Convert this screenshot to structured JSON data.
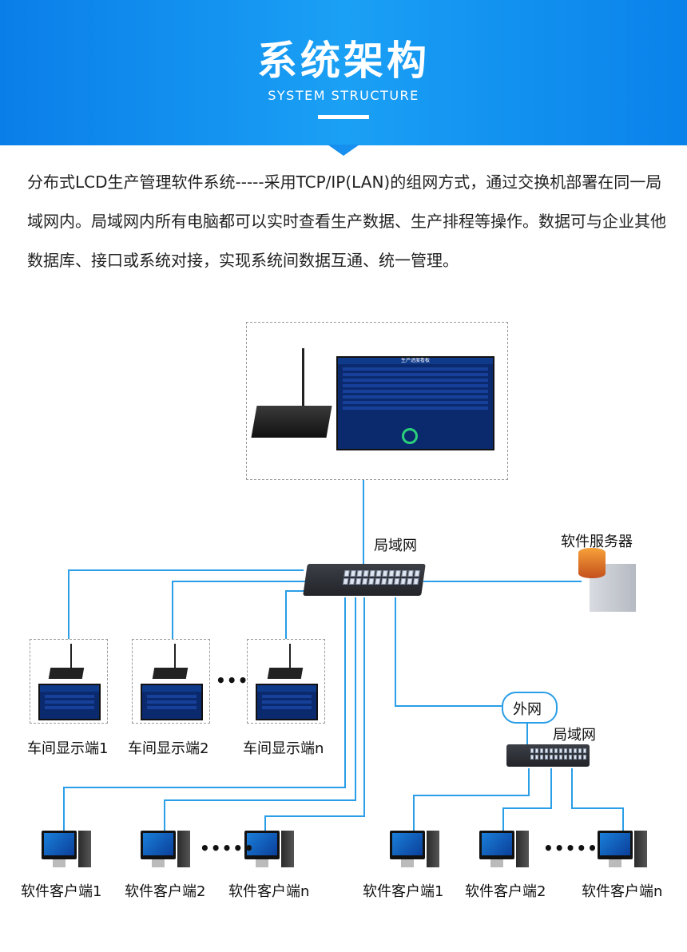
{
  "header": {
    "title": "系统架构",
    "subtitle": "SYSTEM STRUCTURE"
  },
  "description": "分布式LCD生产管理软件系统-----采用TCP/IP(LAN)的组网方式，通过交换机部署在同一局域网内。局域网内所有电脑都可以实时查看生产数据、生产排程等操作。数据可与企业其他数据库、接口或系统对接，实现系统间数据互通、统一管理。",
  "main_screen": {
    "title": "生产进度看板"
  },
  "diagram": {
    "lan_label": "局域网",
    "server_label": "软件服务器",
    "wan_label": "外网",
    "lan2_label": "局域网",
    "workshop_displays": [
      "车间显示端1",
      "车间显示端2",
      "车间显示端n"
    ],
    "clients_left": [
      "软件客户端1",
      "软件客户端2",
      "软件客户端n"
    ],
    "clients_right": [
      "软件客户端1",
      "软件客户端2",
      "软件客户端n"
    ],
    "ellipsis_short": "•••",
    "ellipsis_long": "•••••"
  },
  "colors": {
    "banner": "#1aa0f5",
    "line": "#2a9ee6"
  }
}
